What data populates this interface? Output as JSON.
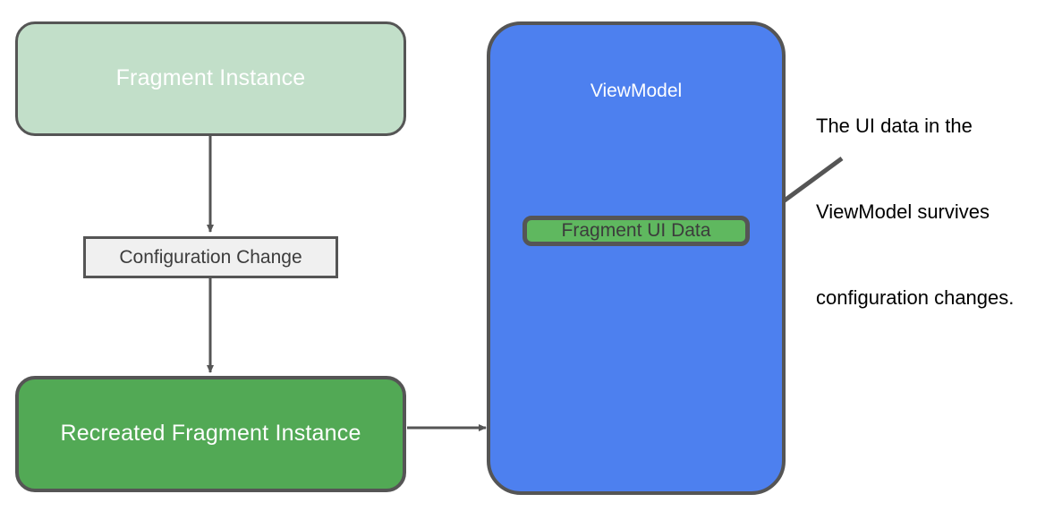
{
  "diagram": {
    "title": "Fragment ViewModel configuration change diagram",
    "background": "#ffffff",
    "stroke_color": "#555555",
    "nodes": {
      "fragment_instance": {
        "label": "Fragment Instance",
        "fill": "#c2dfc9",
        "text_color": "#ffffff"
      },
      "configuration_change": {
        "label": "Configuration Change",
        "fill": "#f0f0f0",
        "text_color": "#3c3c3c"
      },
      "recreated_fragment_instance": {
        "label": "Recreated Fragment Instance",
        "fill": "#52a955",
        "text_color": "#ffffff"
      },
      "viewmodel": {
        "label": "ViewModel",
        "fill": "#4d80ef",
        "text_color": "#ffffff"
      },
      "fragment_ui_data": {
        "label": "Fragment UI Data",
        "fill": "#5fb85f",
        "text_color": "#3c3c3c"
      }
    },
    "annotation": {
      "line1": "The UI data in the",
      "line2": "ViewModel survives",
      "line3": "configuration changes.",
      "text_color": "#000000"
    },
    "connectors": [
      {
        "name": "fragment-instance-to-configuration-change",
        "from": "fragment_instance",
        "to": "configuration_change",
        "direction": "down"
      },
      {
        "name": "configuration-change-to-recreated-fragment-instance",
        "from": "configuration_change",
        "to": "recreated_fragment_instance",
        "direction": "down"
      },
      {
        "name": "recreated-fragment-instance-to-viewmodel",
        "from": "recreated_fragment_instance",
        "to": "viewmodel",
        "direction": "right"
      },
      {
        "name": "annotation-to-fragment-ui-data",
        "from": "annotation",
        "to": "fragment_ui_data",
        "direction": "down-left"
      }
    ]
  }
}
